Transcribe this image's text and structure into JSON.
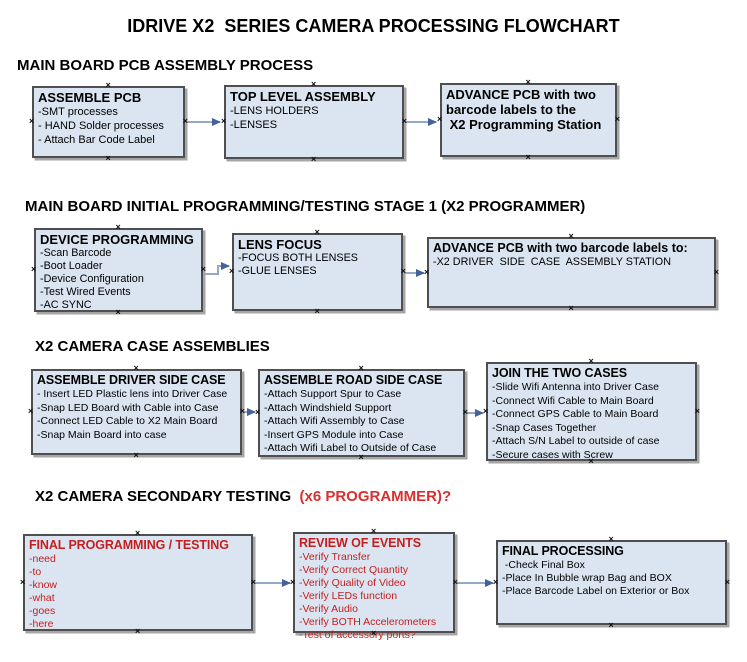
{
  "title": "IDRIVE X2  SERIES CAMERA PROCESSING FLOWCHART",
  "colors": {
    "box_fill": "#dbe5f1",
    "box_border": "#4f4f4f",
    "red_text": "#c41f1f",
    "heading_red": "#d92f2f",
    "arrow_line": "#94a9c8",
    "arrow_head": "#44609d"
  },
  "sections": [
    {
      "heading": "MAIN BOARD PCB ASSEMBLY PROCESS",
      "boxes": [
        {
          "title": "ASSEMBLE PCB",
          "items": [
            "-SMT processes",
            "- HAND Solder processes",
            "- Attach Bar Code Label"
          ]
        },
        {
          "title": "TOP LEVEL ASSEMBLY",
          "items": [
            "-LENS HOLDERS",
            "-LENSES"
          ]
        },
        {
          "title": "ADVANCE PCB with two\nbarcode labels to the\n X2 Programming Station",
          "items": []
        }
      ]
    },
    {
      "heading": "MAIN BOARD INITIAL PROGRAMMING/TESTING STAGE 1 (X2 PROGRAMMER)",
      "boxes": [
        {
          "title": "DEVICE PROGRAMMING",
          "items": [
            "-Scan Barcode",
            "-Boot Loader",
            "-Device Configuration",
            "-Test Wired Events",
            "-AC SYNC"
          ]
        },
        {
          "title": "LENS FOCUS",
          "items": [
            "-FOCUS BOTH LENSES",
            "-GLUE LENSES"
          ]
        },
        {
          "title": "ADVANCE PCB with two barcode labels to:",
          "items": [
            "-X2 DRIVER  SIDE  CASE  ASSEMBLY STATION"
          ]
        }
      ]
    },
    {
      "heading": "X2 CAMERA CASE ASSEMBLIES",
      "boxes": [
        {
          "title": "ASSEMBLE DRIVER SIDE CASE",
          "items": [
            "- Insert LED Plastic lens into Driver Case",
            "-Snap LED Board with Cable into Case",
            "-Connect LED Cable to X2 Main Board",
            "-Snap Main Board into case"
          ]
        },
        {
          "title": "ASSEMBLE ROAD SIDE CASE",
          "items": [
            "-Attach Support Spur to Case",
            "-Attach Windshield Support",
            "-Attach Wifi Assembly to Case",
            "-Insert GPS Module into Case",
            "-Attach Wifi Label to Outside of Case"
          ]
        },
        {
          "title": "JOIN THE TWO CASES",
          "items": [
            "-Slide Wifi Antenna into Driver Case",
            "-Connect Wifi Cable to Main Board",
            "-Connect GPS Cable to Main Board",
            "-Snap Cases Together",
            "-Attach S/N Label to outside of case",
            "-Secure cases with Screw"
          ]
        }
      ]
    },
    {
      "heading": "X2 CAMERA SECONDARY TESTING ",
      "heading_red": " (x6 PROGRAMMER)?",
      "boxes": [
        {
          "title": "FINAL PROGRAMMING / TESTING",
          "items": [
            "-need",
            "-to",
            "-know",
            "-what",
            "-goes",
            "-here"
          ]
        },
        {
          "title": "REVIEW OF EVENTS",
          "items": [
            "-Verify Transfer",
            "-Verify Correct Quantity",
            "-Verify Quality of Video",
            "-Verify LEDs function",
            "-Verify Audio",
            "-Verify BOTH Accelerometers",
            "-Test of accessory ports?"
          ]
        },
        {
          "title": "FINAL PROCESSING",
          "items": [
            " -Check Final Box",
            "-Place In Bubble wrap Bag and BOX",
            "-Place Barcode Label on Exterior or Box"
          ]
        }
      ]
    }
  ]
}
